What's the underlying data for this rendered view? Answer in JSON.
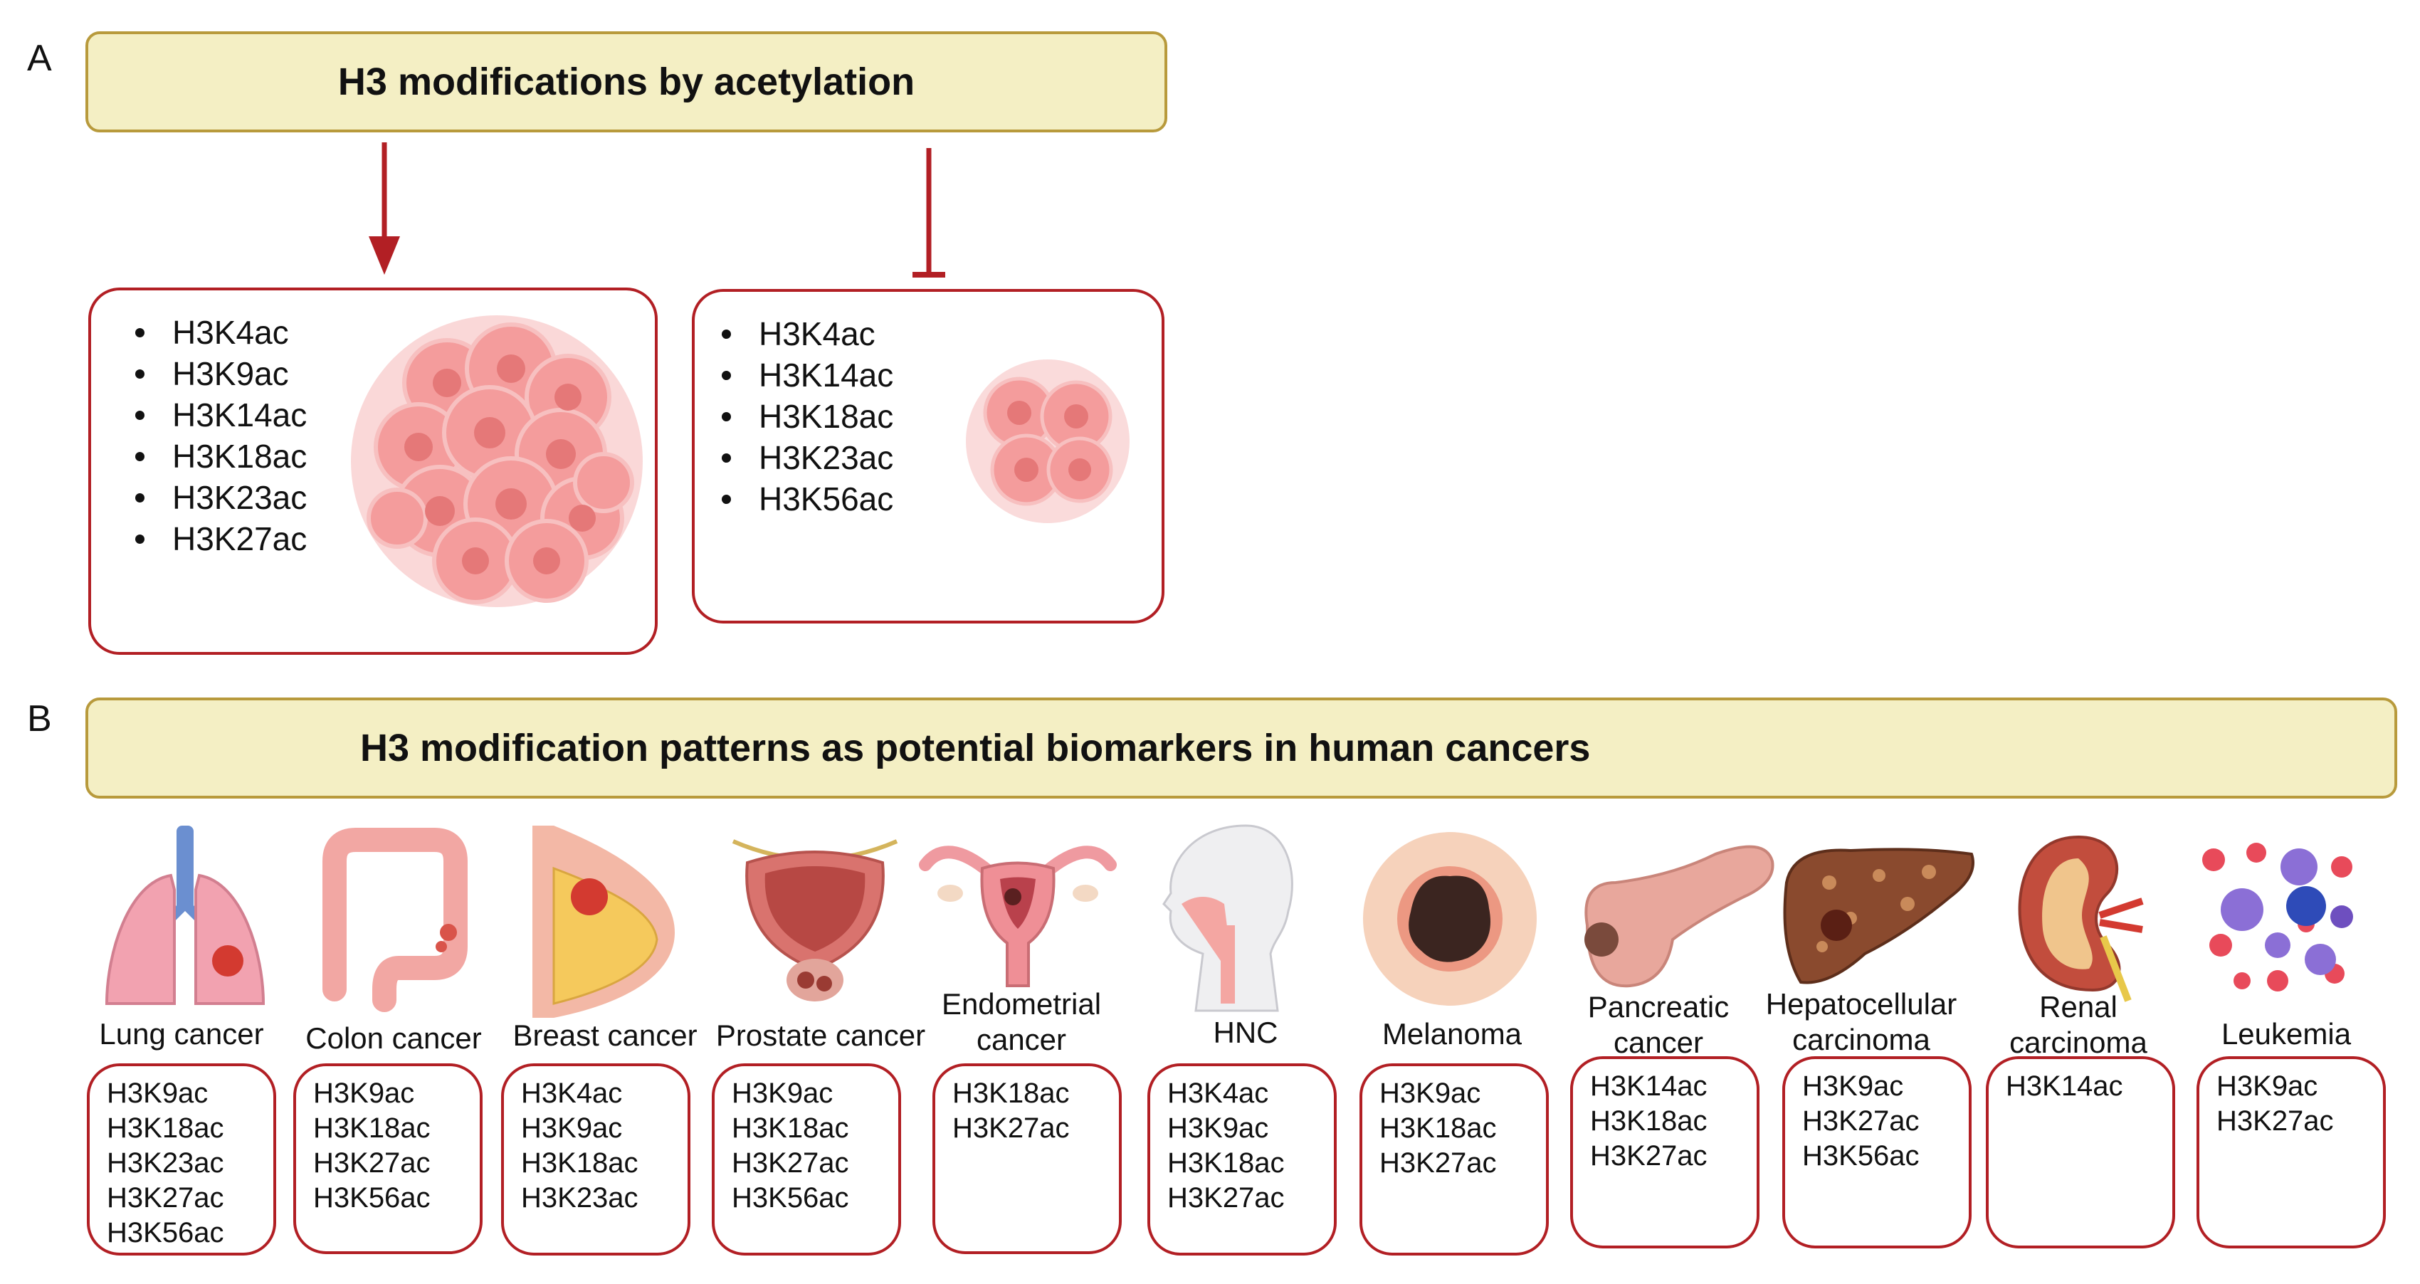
{
  "panel_a": {
    "letter": "A",
    "banner": "H3 modifications by acetylation",
    "promote_list": [
      "H3K4ac",
      "H3K9ac",
      "H3K14ac",
      "H3K18ac",
      "H3K23ac",
      "H3K27ac"
    ],
    "inhibit_list": [
      "H3K4ac",
      "H3K14ac",
      "H3K18ac",
      "H3K23ac",
      "H3K56ac"
    ]
  },
  "panel_b": {
    "letter": "B",
    "banner": "H3 modification patterns as potential biomarkers in human cancers",
    "cancers": [
      {
        "label": "Lung cancer",
        "marks": [
          "H3K9ac",
          "H3K18ac",
          "H3K23ac",
          "H3K27ac",
          "H3K56ac"
        ]
      },
      {
        "label": "Colon cancer",
        "marks": [
          "H3K9ac",
          "H3K18ac",
          "H3K27ac",
          "H3K56ac"
        ]
      },
      {
        "label": "Breast cancer",
        "marks": [
          "H3K4ac",
          "H3K9ac",
          "H3K18ac",
          "H3K23ac"
        ]
      },
      {
        "label": "Prostate cancer",
        "marks": [
          "H3K9ac",
          "H3K18ac",
          "H3K27ac",
          "H3K56ac"
        ]
      },
      {
        "label": "Endometrial\ncancer",
        "marks": [
          "H3K18ac",
          "H3K27ac"
        ]
      },
      {
        "label": "HNC",
        "marks": [
          "H3K4ac",
          "H3K9ac",
          "H3K18ac",
          "H3K27ac"
        ]
      },
      {
        "label": "Melanoma",
        "marks": [
          "H3K9ac",
          "H3K18ac",
          "H3K27ac"
        ]
      },
      {
        "label": "Pancreatic\ncancer",
        "marks": [
          "H3K14ac",
          "H3K18ac",
          "H3K27ac"
        ]
      },
      {
        "label": "Hepatocellular\ncarcinoma",
        "marks": [
          "H3K9ac",
          "H3K27ac",
          "H3K56ac"
        ]
      },
      {
        "label": "Renal\ncarcinoma",
        "marks": [
          "H3K14ac"
        ]
      },
      {
        "label": "Leukemia",
        "marks": [
          "H3K9ac",
          "H3K27ac"
        ]
      }
    ]
  },
  "colors": {
    "banner_fill": "#f4efc4",
    "banner_border": "#b89a3c",
    "box_border": "#b21f24",
    "arrow": "#b21f24",
    "cell": "#f29a9a"
  }
}
